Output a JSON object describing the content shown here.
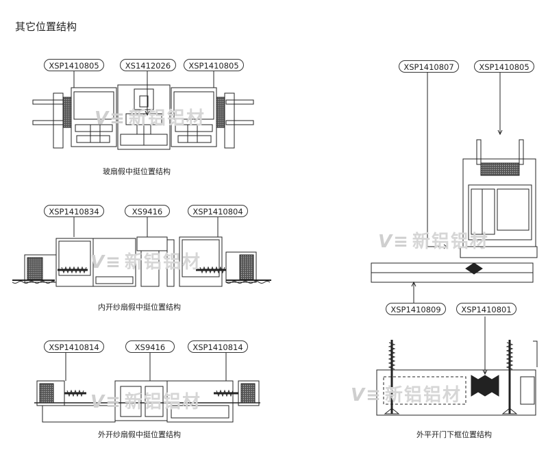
{
  "title": "其它位置结构",
  "watermark": {
    "logo_text": "新铝铝材"
  },
  "sections": [
    {
      "caption": "玻扇假中挺位置结构",
      "tags": [
        "XSP1410805",
        "XS1412026",
        "XSP1410805"
      ]
    },
    {
      "caption": "内开纱扇假中挺位置结构",
      "tags": [
        "XSP1410834",
        "XS9416",
        "XSP1410804"
      ]
    },
    {
      "caption": "外开纱扇假中挺位置结构",
      "tags": [
        "XSP1410814",
        "XS9416",
        "XSP1410814"
      ]
    },
    {
      "caption": "",
      "tags": [
        "XSP1410807",
        "XSP1410805"
      ]
    },
    {
      "caption": "外平开门下框位置结构",
      "tags": [
        "XSP1410809",
        "XSP1410801"
      ]
    }
  ]
}
